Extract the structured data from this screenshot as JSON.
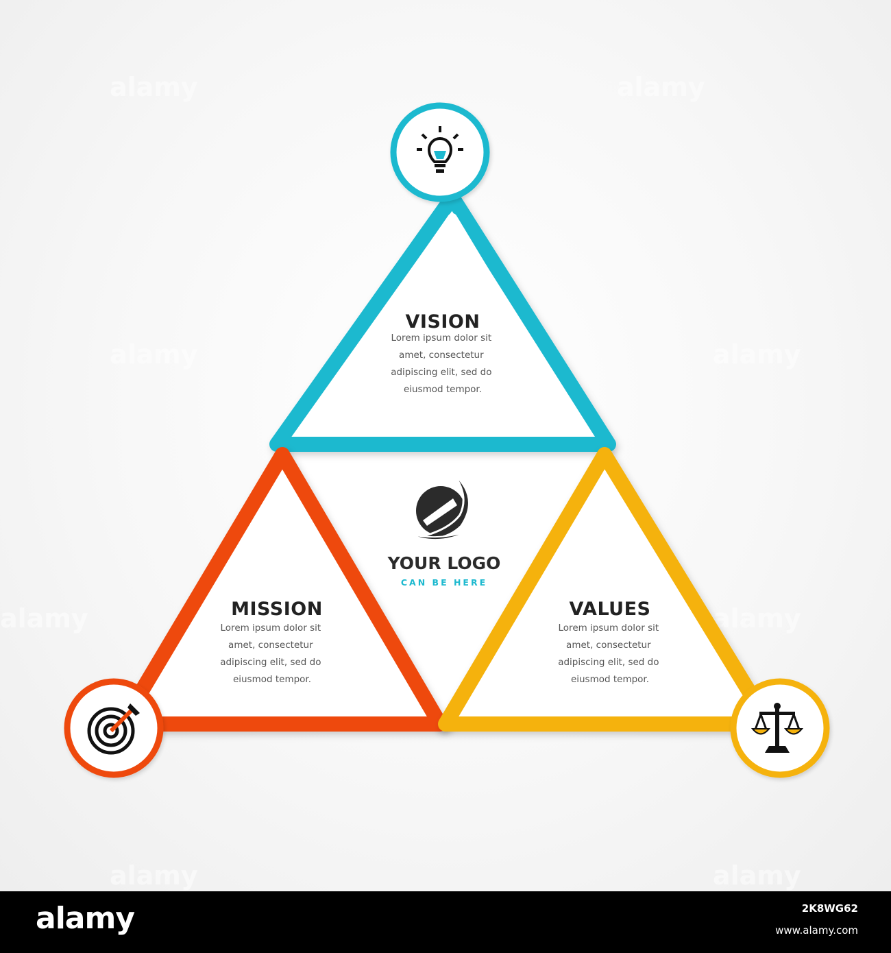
{
  "sections": {
    "vision": {
      "title": "VISION",
      "body": [
        "Lorem ipsum dolor sit",
        "amet, consectetur",
        "adipiscing elit, sed do",
        "eiusmod tempor."
      ],
      "color": "#1DB9CF",
      "icon": "lightbulb-icon"
    },
    "mission": {
      "title": "MISSION",
      "body": [
        "Lorem ipsum dolor sit",
        "amet, consectetur",
        "adipiscing elit, sed do",
        "eiusmod tempor."
      ],
      "color": "#EE4A0C",
      "icon": "target-arrow-icon"
    },
    "values": {
      "title": "VALUES",
      "body": [
        "Lorem ipsum dolor sit",
        "amet, consectetur",
        "adipiscing elit, sed do",
        "eiusmod tempor."
      ],
      "color": "#F5B20C",
      "icon": "scales-icon"
    }
  },
  "logo": {
    "main": "YOUR LOGO",
    "sub": "CAN BE HERE",
    "sub_color": "#1DB9CF",
    "icon": "logo-mark-icon"
  },
  "watermark": {
    "text": "alamy"
  },
  "footer": {
    "brand": "alamy",
    "image_id": "2K8WG62",
    "url": "www.alamy.com"
  }
}
